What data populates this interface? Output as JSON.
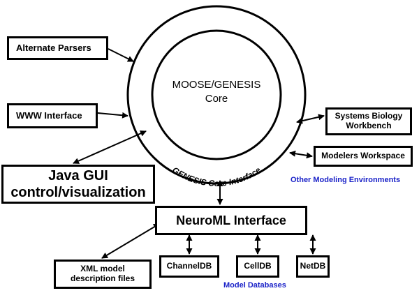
{
  "core": {
    "label": "MOOSE/GENESIS\nCore",
    "interface_label": "GENESIS Core Interface"
  },
  "boxes": {
    "alternate_parsers": "Alternate Parsers",
    "www_interface": "WWW Interface",
    "java_gui": "Java GUI\ncontrol/visualization",
    "systems_biology": "Systems Biology\nWorkbench",
    "modelers_workspace": "Modelers Workspace",
    "neuroml": "NeuroML Interface",
    "xml_files": "XML model\ndescription files",
    "channeldb": "ChannelDB",
    "celldb": "CellDB",
    "netdb": "NetDB"
  },
  "captions": {
    "other_environments": "Other Modeling Environments",
    "model_databases": "Model Databases"
  },
  "colors": {
    "line": "#000000",
    "caption": "#1a22c8"
  }
}
